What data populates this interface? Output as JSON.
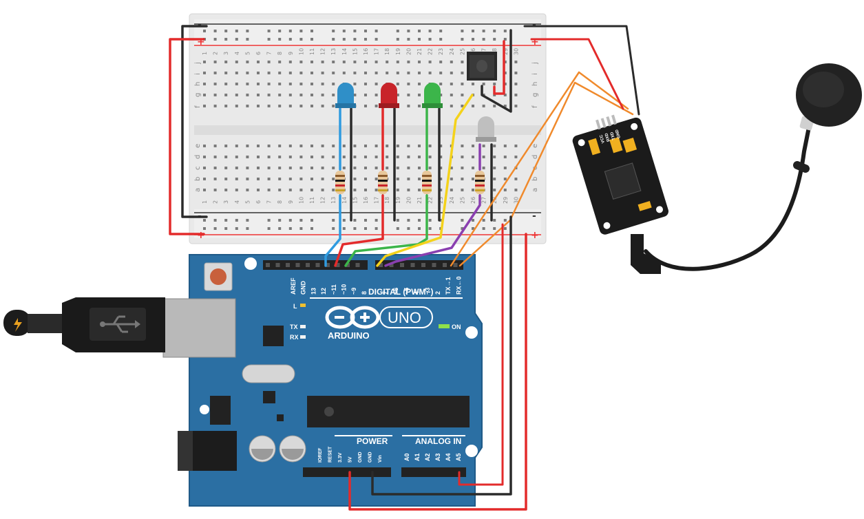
{
  "board": {
    "logo_text": "ARDUINO",
    "model": "UNO",
    "digital_header": "DIGITAL (PWM~)",
    "power_header": "POWER",
    "analog_header": "ANALOG IN",
    "on_label": "ON",
    "l_label": "L",
    "tx_label": "TX",
    "rx_label": "RX",
    "top_pins_left": [
      "AREF",
      "GND",
      "13",
      "12",
      "~11",
      "~10",
      "~9",
      "8"
    ],
    "top_pins_right": [
      "7",
      "~6",
      "~5",
      "4",
      "~3",
      "2",
      "TX→1",
      "RX←0"
    ],
    "power_pins": [
      "IOREF",
      "RESET",
      "3.3V",
      "5V",
      "GND",
      "GND",
      "Vin"
    ],
    "analog_pins": [
      "A0",
      "A1",
      "A2",
      "A3",
      "A4",
      "A5"
    ]
  },
  "breadboard": {
    "rows_top": [
      "j",
      "i",
      "h",
      "g",
      "f"
    ],
    "rows_bottom": [
      "e",
      "d",
      "c",
      "b",
      "a"
    ],
    "rail_plus": "+",
    "rail_minus": "-",
    "column_labels": [
      "1",
      "2",
      "3",
      "4",
      "5",
      "6",
      "7",
      "8",
      "9",
      "10",
      "11",
      "12",
      "13",
      "14",
      "15",
      "16",
      "17",
      "18",
      "19",
      "20",
      "21",
      "22",
      "23",
      "24",
      "25",
      "26",
      "27",
      "28",
      "29",
      "30"
    ]
  },
  "module": {
    "pin_labels": [
      "VCC",
      "RXD",
      "TXD",
      "GND"
    ]
  },
  "colors": {
    "board_blue": "#2b6fa3",
    "led_blue": "#2f8fc8",
    "led_red": "#c8242a",
    "led_green": "#3cb54a",
    "led_white": "#bfbfbf",
    "wire_red": "#e32b2b",
    "wire_black": "#2b2b2b",
    "wire_blue": "#2f9be0",
    "wire_green": "#3cb54a",
    "wire_yellow": "#f4d21b",
    "wire_purple": "#8a3fb0",
    "wire_orange": "#f08a2c"
  },
  "icons": [
    "usb-icon",
    "microphone-icon",
    "voice-recognition-module",
    "ir-receiver"
  ]
}
